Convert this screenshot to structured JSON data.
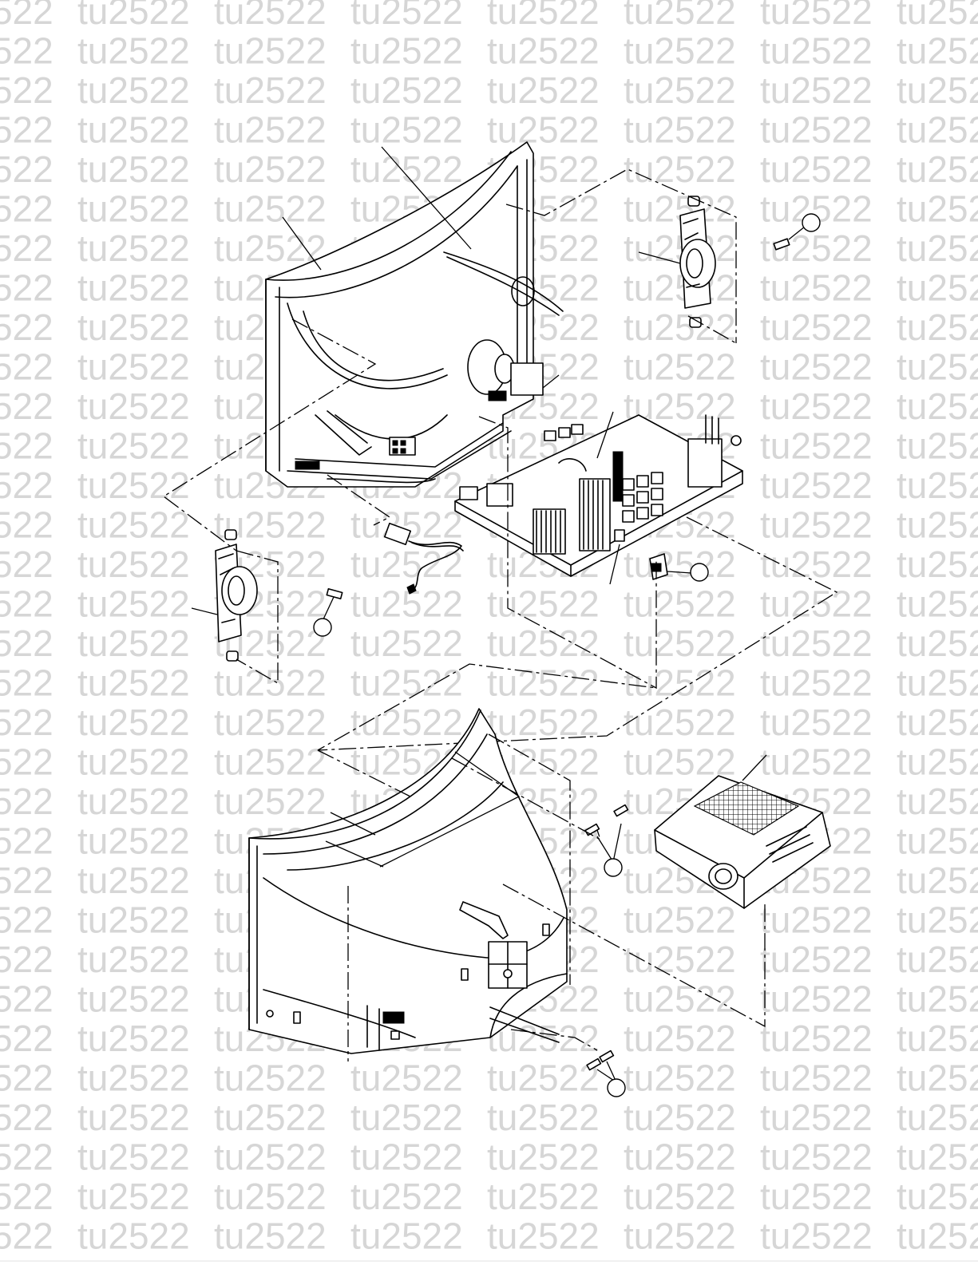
{
  "watermark": {
    "text": "tu2522"
  },
  "callouts": [
    {
      "id": "callout-1",
      "label": ""
    },
    {
      "id": "callout-2",
      "label": ""
    },
    {
      "id": "callout-3",
      "label": ""
    },
    {
      "id": "callout-4",
      "label": ""
    },
    {
      "id": "callout-5",
      "label": ""
    },
    {
      "id": "callout-6",
      "label": ""
    }
  ],
  "footer": {
    "text": ""
  }
}
